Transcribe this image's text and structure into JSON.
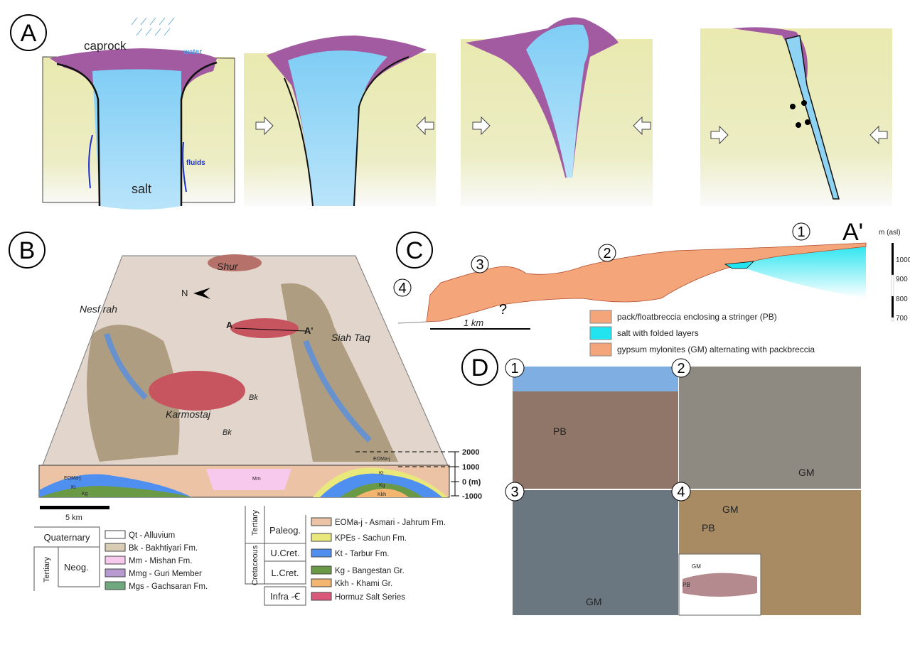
{
  "panels": {
    "a": "A",
    "b": "B",
    "c": "C",
    "d": "D"
  },
  "panel_a": {
    "caprock": "caprock",
    "water": "water",
    "salt": "salt",
    "fluids": "fluids"
  },
  "panel_b": {
    "places": {
      "shur": "Shur",
      "nesf_rah": "Nesf rah",
      "siah_taq": "Siah Taq",
      "karmostaj": "Karmostaj",
      "bk1": "Bk",
      "bk2": "Bk",
      "north": "N",
      "a": "A",
      "a_prime": "A'"
    },
    "section_units": {
      "eoma": "EOMa-j",
      "kt": "Kt",
      "kg": "Kg",
      "kkh": "Kkh",
      "mm": "Mm",
      "eoma_l": "EOMa-j",
      "kt_l": "Kt",
      "kg_l": "Kg"
    },
    "elevation_ticks": [
      "2000",
      "1000",
      "0 (m)",
      "-1000"
    ],
    "scale": "5 km",
    "legend_left": {
      "periods": {
        "quaternary": "Quaternary",
        "tertiary": "Tertiary",
        "neog": "Neog."
      },
      "items": [
        {
          "label": "Qt - Alluvium",
          "color": "#ffffff"
        },
        {
          "label": "Bk - Bakhtiyari Fm.",
          "color": "#d9cdb3"
        },
        {
          "label": "Mm - Mishan Fm.",
          "color": "#f7c9ec"
        },
        {
          "label": "Mmg - Guri Member",
          "color": "#b79ad0"
        },
        {
          "label": "Mgs - Gachsaran Fm.",
          "color": "#6fa77e"
        }
      ]
    },
    "legend_right": {
      "periods": {
        "tertiary": "Tertiary",
        "cretaceous": "Cretaceous",
        "paleog": "Paleog.",
        "ucret": "U.Cret.",
        "lcret": "L.Cret.",
        "infra": "Infra -Ꞓ"
      },
      "items": [
        {
          "label": "EOMa-j - Asmari - Jahrum Fm.",
          "color": "#ecc3a4"
        },
        {
          "label": "KPEs - Sachun Fm.",
          "color": "#e9e87a"
        },
        {
          "label": "Kt - Tarbur Fm.",
          "color": "#4f8ff0"
        },
        {
          "label": "Kg - Bangestan Gr.",
          "color": "#6a9a45"
        },
        {
          "label": "Kkh  - Khami Gr.",
          "color": "#f4b571"
        },
        {
          "label": "Hormuz Salt Series",
          "color": "#d9587a"
        }
      ]
    }
  },
  "panel_c": {
    "sites": [
      "1",
      "2",
      "3",
      "4"
    ],
    "a_prime": "A'",
    "question": "?",
    "scale": "1 km",
    "axis_unit": "m (asl)",
    "axis_ticks": [
      "1000",
      "900",
      "800",
      "700"
    ],
    "legend": [
      {
        "label": "pack/floatbreccia enclosing a stringer (PB)",
        "color": "#f4a57a"
      },
      {
        "label": "salt with folded layers",
        "color": "#22e4f0"
      },
      {
        "label": "gypsum mylonites (GM) alternating with packbreccia",
        "color": "#f4a57a"
      }
    ]
  },
  "panel_d": {
    "photos": [
      {
        "num": "1",
        "labels": [
          "PB"
        ]
      },
      {
        "num": "2",
        "labels": [
          "GM"
        ]
      },
      {
        "num": "3",
        "labels": [
          "GM"
        ]
      },
      {
        "num": "4",
        "labels": [
          "GM",
          "PB"
        ],
        "inset": [
          "GM",
          "PB"
        ]
      }
    ]
  },
  "colors": {
    "salt": "#8fd3f4",
    "caprock": "#a25aa0",
    "host": "#ecebb4",
    "breccia": "#f4a57a",
    "salt_c": "#22e4f0"
  }
}
